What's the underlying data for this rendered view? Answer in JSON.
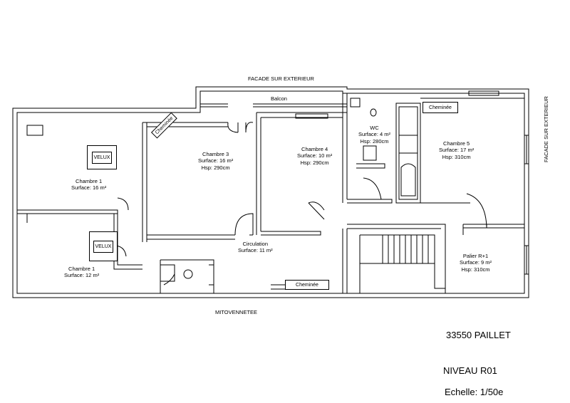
{
  "page": {
    "top_facade": "FACADE SUR EXTERIEUR",
    "right_facade": "FACADE SUR EXTERIEUR",
    "bottom_label": "MITOVENNETEE",
    "address": "33550 PAILLET",
    "level": "NIVEAU R01",
    "scale": "Echelle: 1/50e"
  },
  "rooms": {
    "balcon": "Balcon",
    "chambre1a": {
      "name": "Chambre 1",
      "surface": "Surface: 16 m²"
    },
    "chambre1b": {
      "name": "Chambre 1",
      "surface": "Surface: 12 m²"
    },
    "chambre3": {
      "name": "Chambre 3",
      "surface": "Surface: 16 m²",
      "hsp": "Hsp: 290cm"
    },
    "chambre4": {
      "name": "Chambre 4",
      "surface": "Surface: 10 m²",
      "hsp": "Hsp: 290cm"
    },
    "wc": {
      "name": "WC",
      "surface": "Surface: 4 m²",
      "hsp": "Hsp: 280cm"
    },
    "chambre5": {
      "name": "Chambre 5",
      "surface": "Surface: 17 m²",
      "hsp": "Hsp: 310cm"
    },
    "circulation": {
      "name": "Circulation",
      "surface": "Surface: 11 m²"
    },
    "palier": {
      "name": "Palier R+1",
      "surface": "Surface: 9 m²",
      "hsp": "Hsp: 310cm"
    }
  },
  "fixtures": {
    "velux1": "VELUX",
    "velux2": "VELUX",
    "cheminee_ch3": "Cheminée",
    "cheminee_ch5": "Cheminée",
    "cheminee_circ": "Cheminée"
  }
}
